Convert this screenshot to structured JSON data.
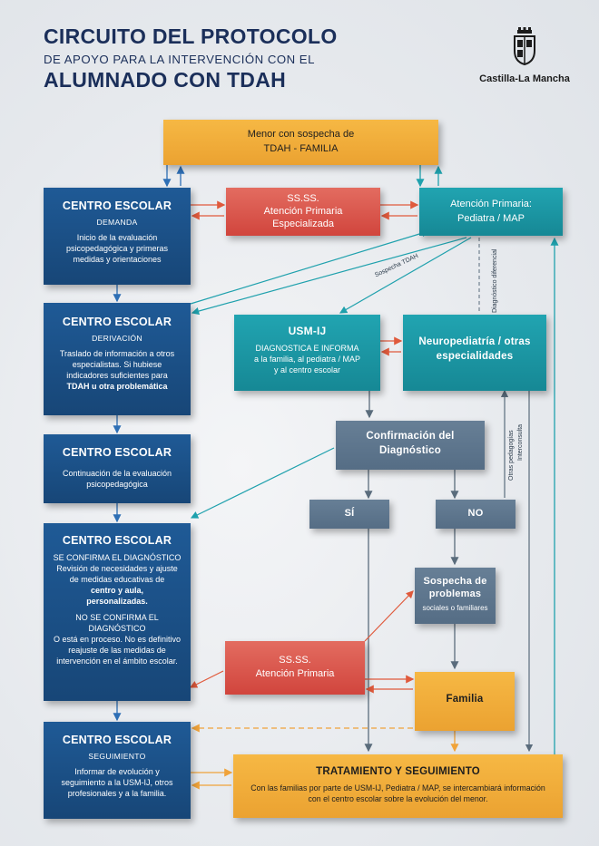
{
  "header": {
    "line1": "CIRCUITO DEL PROTOCOLO",
    "line2": "DE APOYO PARA LA INTERVENCIÓN CON EL",
    "line3": "ALUMNADO CON TDAH",
    "logo_text": "Castilla-La Mancha",
    "logo_icon": "coat-of-arms-icon"
  },
  "boxes": {
    "menor": {
      "line1": "Menor con sospecha de",
      "line2": "TDAH - FAMILIA"
    },
    "ce_demanda": {
      "title": "CENTRO ESCOLAR",
      "subtitle": "DEMANDA",
      "body": "Inicio de la evaluación psicopedagógica y primeras medidas y orientaciones"
    },
    "ssss_especializada": {
      "line1": "SS.SS.",
      "line2": "Atención Primaria",
      "line3": "Especializada"
    },
    "atencion_primaria": {
      "line1": "Atención Primaria:",
      "line2": "Pediatra / MAP"
    },
    "ce_derivacion": {
      "title": "CENTRO ESCOLAR",
      "subtitle": "DERIVACIÓN",
      "body": "Traslado de información a otros especialistas. Si hubiese indicadores suficientes para",
      "body_bold": "TDAH u otra problemática"
    },
    "usm_ij": {
      "title": "USM-IJ",
      "body1": "DIAGNOSTICA E INFORMA",
      "body2": "a la familia, al pediatra / MAP",
      "body3": "y al centro escolar"
    },
    "neuropediatria": {
      "line1": "Neuropediatría / otras",
      "line2": "especialidades"
    },
    "ce_continuacion": {
      "title": "CENTRO ESCOLAR",
      "body": "Continuación de la evaluación psicopedagógica"
    },
    "confirmacion": {
      "line1": "Confirmación del",
      "line2": "Diagnóstico"
    },
    "si": "SÍ",
    "no": "NO",
    "ce_confirma": {
      "title": "CENTRO ESCOLAR",
      "p1_heading": "SE CONFIRMA EL DIAGNÓSTICO",
      "p1_body": "Revisión de necesidades y ajuste de medidas educativas de",
      "p1_bold1": "centro y aula,",
      "p1_bold2": "personalizadas.",
      "p2_heading1": "NO SE CONFIRMA EL",
      "p2_heading2": "DIAGNÓSTICO",
      "p2_body": "O está en proceso. No es definitivo reajuste de las medidas de intervención en el ámbito escolar."
    },
    "sospecha": {
      "line1": "Sospecha de",
      "line2": "problemas",
      "line3": "sociales o familiares"
    },
    "ssss_primaria": {
      "line1": "SS.SS.",
      "line2": "Atención Primaria"
    },
    "familia": "Familia",
    "ce_seguimiento": {
      "title": "CENTRO ESCOLAR",
      "subtitle": "SEGUIMIENTO",
      "body": "Informar de evolución y seguimiento a la USM-IJ, otros profesionales y a la familia."
    },
    "tratamiento": {
      "title": "TRATAMIENTO Y SEGUIMIENTO",
      "body": "Con las familias por parte de USM-IJ, Pediatra / MAP, se intercambiará información con el centro escolar sobre la evolución del menor."
    }
  },
  "labels": {
    "sospecha_tdah": "Sospecha TDAH",
    "diagnostico_diferencial": "Diagnóstico diferencial",
    "otras_pedagogias": "Otras pedagogías",
    "interconsulta": "Interconsulta"
  },
  "colors": {
    "blue": "#1a4f87",
    "orange": "#f2ad3a",
    "red": "#dc5a4e",
    "teal": "#1a97a4",
    "grey": "#5f778e",
    "arrow_blue": "#2e6fb5",
    "arrow_red": "#e05a3c",
    "arrow_teal": "#1fa1ad",
    "arrow_grey": "#5a6c7c",
    "arrow_orange": "#f0a33a",
    "title": "#1b2f5a"
  }
}
